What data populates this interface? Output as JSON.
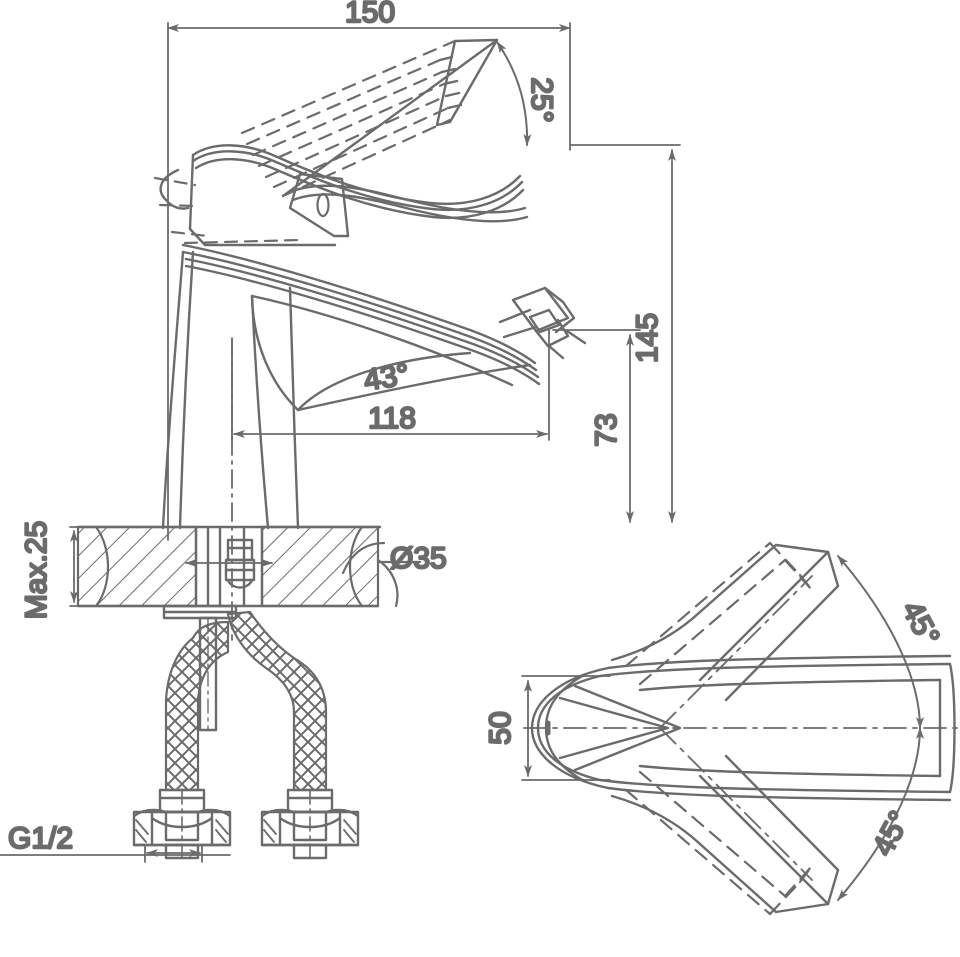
{
  "drawing": {
    "type": "technical-drawing",
    "subject": "single-lever basin mixer faucet",
    "line_color": "#6b6b6b",
    "background_color": "#ffffff",
    "views": [
      {
        "id": "front-elevation",
        "label": ""
      },
      {
        "id": "top-plan",
        "label": ""
      }
    ]
  },
  "dimensions": {
    "overall_width": "150",
    "lever_open_angle": "25°",
    "overall_height": "145",
    "spout_height": "73",
    "spout_reach": "118",
    "spout_angle": "43°",
    "deck_thickness": "Max.25",
    "mounting_hole": "Ø35",
    "inlet_thread": "G1/2",
    "body_width_top": "50",
    "swivel_left": "45°",
    "swivel_right": "45°"
  },
  "labels": {
    "d150": "150",
    "d25deg": "25°",
    "d145": "145",
    "d73": "73",
    "d118": "118",
    "d43deg": "43°",
    "dmax25": "Max.25",
    "dhole": "Ø35",
    "dthread": "G1/2",
    "d50": "50",
    "d45a": "45°",
    "d45b": "45°"
  }
}
